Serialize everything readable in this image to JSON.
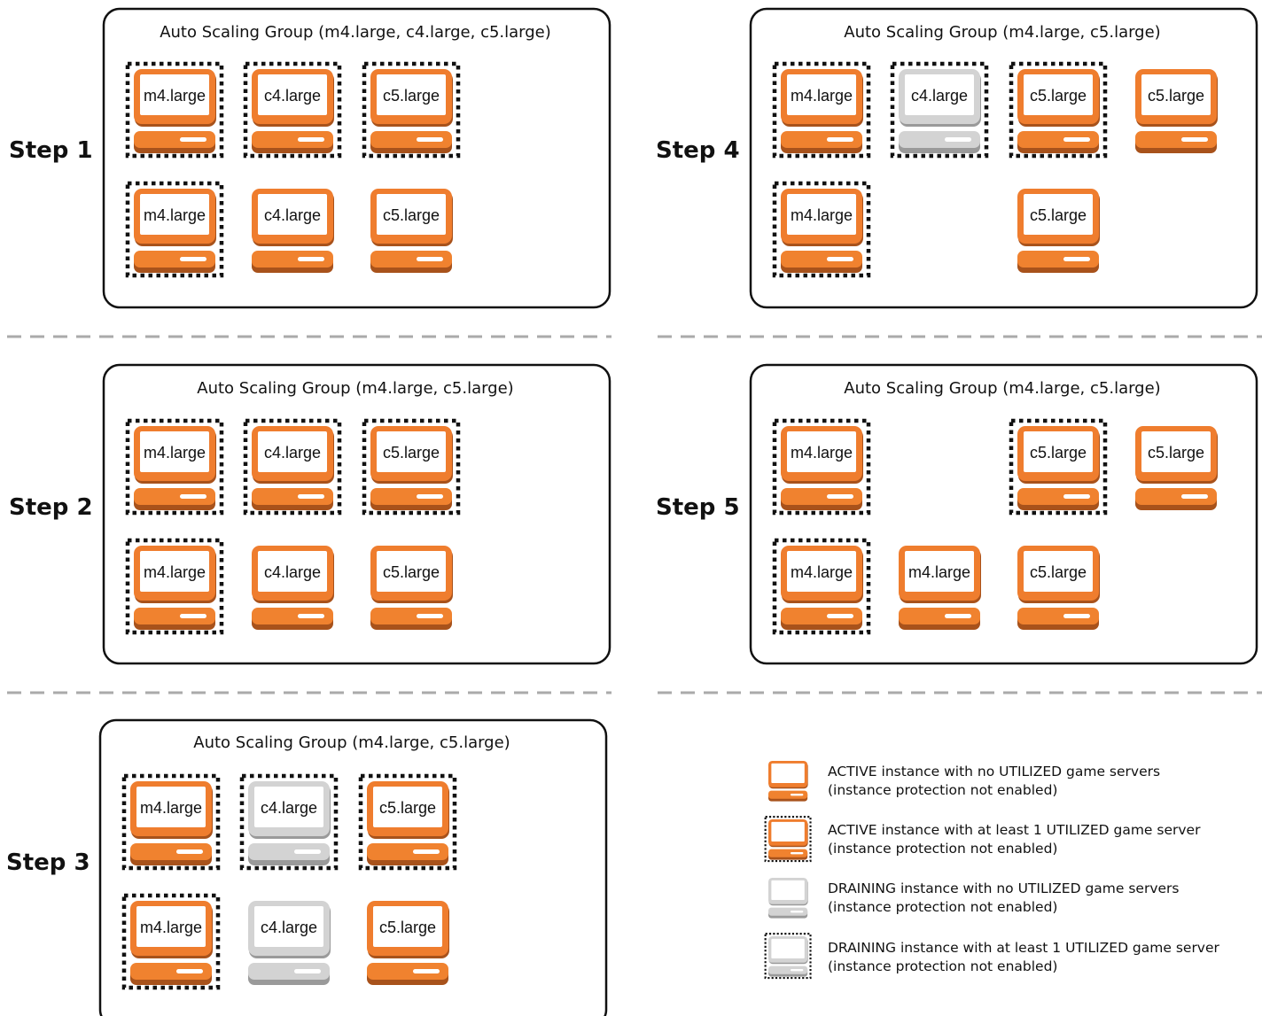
{
  "colors": {
    "active": "#ef7d2e",
    "active_base": "#f0822f",
    "active_shadow": "#a8521b",
    "draining": "#d3d3d3",
    "draining_shadow": "#9a9a9a",
    "border": "#111111",
    "divider": "#aaaaaa"
  },
  "steps": [
    {
      "label": "Step 1",
      "group_title": "Auto Scaling Group (m4.large, c4.large, c5.large)",
      "instances": [
        {
          "label": "m4.large",
          "state": "active",
          "utilized": true
        },
        {
          "label": "c4.large",
          "state": "active",
          "utilized": true
        },
        {
          "label": "c5.large",
          "state": "active",
          "utilized": true
        },
        {
          "label": "m4.large",
          "state": "active",
          "utilized": true
        },
        {
          "label": "c4.large",
          "state": "active",
          "utilized": false
        },
        {
          "label": "c5.large",
          "state": "active",
          "utilized": false
        }
      ]
    },
    {
      "label": "Step 2",
      "group_title": "Auto Scaling Group (m4.large, c5.large)",
      "instances": [
        {
          "label": "m4.large",
          "state": "active",
          "utilized": true
        },
        {
          "label": "c4.large",
          "state": "active",
          "utilized": true
        },
        {
          "label": "c5.large",
          "state": "active",
          "utilized": true
        },
        {
          "label": "m4.large",
          "state": "active",
          "utilized": true
        },
        {
          "label": "c4.large",
          "state": "active",
          "utilized": false
        },
        {
          "label": "c5.large",
          "state": "active",
          "utilized": false
        }
      ]
    },
    {
      "label": "Step 3",
      "group_title": "Auto Scaling Group (m4.large, c5.large)",
      "instances": [
        {
          "label": "m4.large",
          "state": "active",
          "utilized": true
        },
        {
          "label": "c4.large",
          "state": "draining",
          "utilized": true
        },
        {
          "label": "c5.large",
          "state": "active",
          "utilized": true
        },
        {
          "label": "m4.large",
          "state": "active",
          "utilized": true
        },
        {
          "label": "c4.large",
          "state": "draining",
          "utilized": false
        },
        {
          "label": "c5.large",
          "state": "active",
          "utilized": false
        }
      ]
    },
    {
      "label": "Step 4",
      "group_title": "Auto Scaling Group (m4.large, c5.large)",
      "instances": [
        {
          "label": "m4.large",
          "state": "active",
          "utilized": true
        },
        {
          "label": "c4.large",
          "state": "draining",
          "utilized": true
        },
        {
          "label": "c5.large",
          "state": "active",
          "utilized": true
        },
        {
          "label": "c5.large",
          "state": "active",
          "utilized": false
        },
        {
          "label": "m4.large",
          "state": "active",
          "utilized": true
        },
        {
          "label": "c5.large",
          "state": "active",
          "utilized": false
        }
      ]
    },
    {
      "label": "Step 5",
      "group_title": "Auto Scaling Group (m4.large, c5.large)",
      "instances": [
        {
          "label": "m4.large",
          "state": "active",
          "utilized": true
        },
        {
          "label": "c5.large",
          "state": "active",
          "utilized": true
        },
        {
          "label": "c5.large",
          "state": "active",
          "utilized": false
        },
        {
          "label": "m4.large",
          "state": "active",
          "utilized": true
        },
        {
          "label": "m4.large",
          "state": "active",
          "utilized": false
        },
        {
          "label": "c5.large",
          "state": "active",
          "utilized": false
        }
      ]
    }
  ],
  "legend": [
    {
      "state": "active",
      "utilized": false,
      "line1": "ACTIVE instance with no UTILIZED game servers",
      "line2": "(instance protection not enabled)"
    },
    {
      "state": "active",
      "utilized": true,
      "line1": "ACTIVE instance with at least 1 UTILIZED game server",
      "line2": "(instance protection not enabled)"
    },
    {
      "state": "draining",
      "utilized": false,
      "line1": "DRAINING instance with no UTILIZED game servers",
      "line2": "(instance protection not enabled)"
    },
    {
      "state": "draining",
      "utilized": true,
      "line1": "DRAINING instance with at least 1 UTILIZED game server",
      "line2": "(instance protection not enabled)"
    }
  ]
}
